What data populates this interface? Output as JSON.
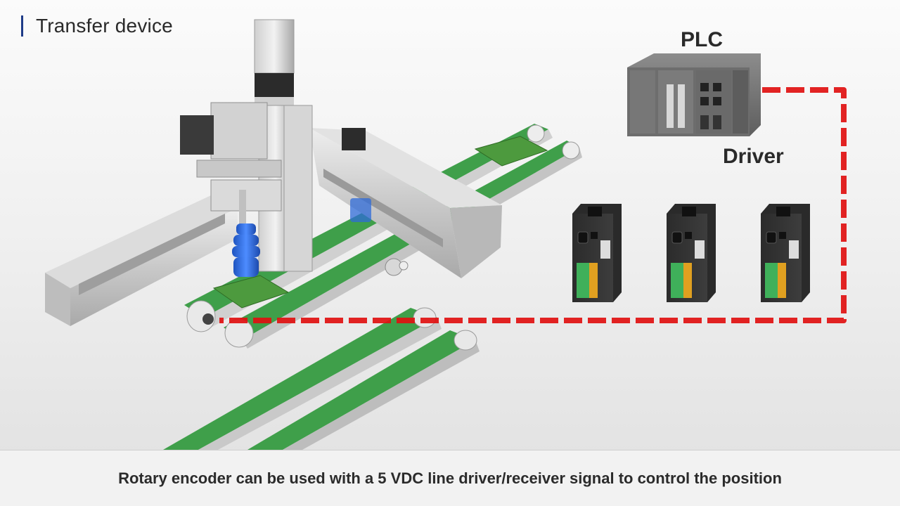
{
  "header": {
    "title": "Transfer device"
  },
  "labels": {
    "plc": "PLC",
    "driver": "Driver"
  },
  "caption": "Rotary encoder can be used with a 5 VDC line driver/receiver signal to control the position",
  "colors": {
    "accent_bar": "#1f3c88",
    "signal_line": "#e01010",
    "belt": "#4aa552",
    "cup": "#2f6bd8"
  }
}
